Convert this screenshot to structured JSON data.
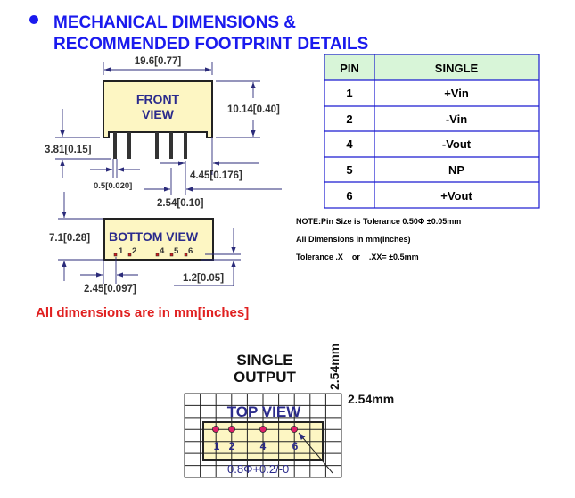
{
  "title": {
    "line1": "MECHANICAL DIMENSIONS &",
    "line2": "RECOMMENDED FOOTPRINT DETAILS"
  },
  "front_view": {
    "label1": "FRONT",
    "label2": "VIEW",
    "width": "19.6[0.77]",
    "height": "10.14[0.40]",
    "pin_length": "3.81[0.15]",
    "pin_dia": "0.5[0.020]",
    "edge_to_pin": "4.45[0.176]",
    "pitch": "2.54[0.10]"
  },
  "bottom_view": {
    "label": "BOTTOM VIEW",
    "pins": [
      "1",
      "2",
      "4",
      "5",
      "6"
    ],
    "thickness": "7.1[0.28]",
    "edge_to_pin1": "2.45[0.097]",
    "pin_offset": "1.2[0.05]"
  },
  "units_note": "All dimensions are in mm[inches]",
  "pin_table": {
    "headers": [
      "PIN",
      "SINGLE"
    ],
    "rows": [
      [
        "1",
        "+Vin"
      ],
      [
        "2",
        "-Vin"
      ],
      [
        "4",
        "-Vout"
      ],
      [
        "5",
        "NP"
      ],
      [
        "6",
        "+Vout"
      ]
    ]
  },
  "notes": [
    "NOTE:Pin Size is Tolerance 0.50Φ ±0.05mm",
    "All Dimensions In mm(Inches)",
    "Tolerance .X    or    .XX= ±0.5mm"
  ],
  "footprint": {
    "title1": "SINGLE",
    "title2": "OUTPUT",
    "grid_v": "2.54mm",
    "grid_h": "2.54mm",
    "label": "TOP VIEW",
    "pins": [
      "1",
      "2",
      "4",
      "6"
    ],
    "hole": "0.8Φ+0.2/-0"
  },
  "colors": {
    "title": "#1a1aee",
    "body_fill": "#fdf6c3",
    "table_header": "#d8f5d8",
    "table_border": "#1a1ad0",
    "note_red": "#e02020",
    "pad": "#e0206a"
  }
}
